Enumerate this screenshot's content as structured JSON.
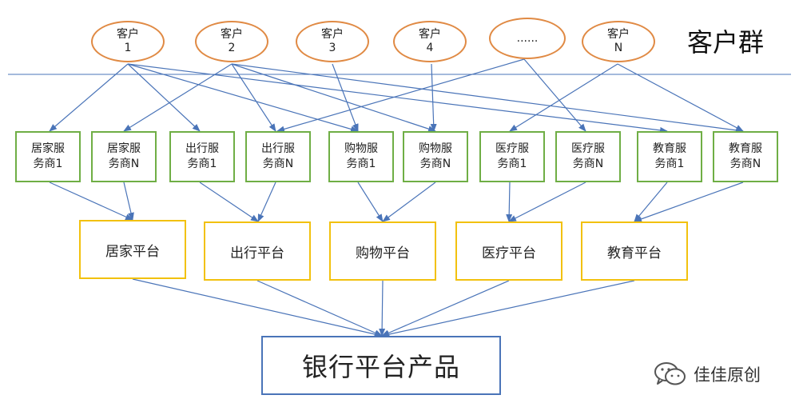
{
  "customer_group_label": "客户群",
  "customers": [
    {
      "line1": "客户",
      "line2": "1"
    },
    {
      "line1": "客户",
      "line2": "2"
    },
    {
      "line1": "客户",
      "line2": "3"
    },
    {
      "line1": "客户",
      "line2": "4"
    },
    {
      "line1": "......",
      "line2": ""
    },
    {
      "line1": "客户",
      "line2": "N"
    }
  ],
  "providers": [
    {
      "line1": "居家服",
      "line2": "务商1"
    },
    {
      "line1": "居家服",
      "line2": "务商N"
    },
    {
      "line1": "出行服",
      "line2": "务商1"
    },
    {
      "line1": "出行服",
      "line2": "务商N"
    },
    {
      "line1": "购物服",
      "line2": "务商1"
    },
    {
      "line1": "购物服",
      "line2": "务商N"
    },
    {
      "line1": "医疗服",
      "line2": "务商1"
    },
    {
      "line1": "医疗服",
      "line2": "务商N"
    },
    {
      "line1": "教育服",
      "line2": "务商1"
    },
    {
      "line1": "教育服",
      "line2": "务商N"
    }
  ],
  "platforms": [
    "居家平台",
    "出行平台",
    "购物平台",
    "医疗平台",
    "教育平台"
  ],
  "bank_product": "银行平台产品",
  "watermark": {
    "text": "佳佳原创",
    "icon": "wechat-icon"
  },
  "colors": {
    "customer_border": "#e08a44",
    "provider_border": "#6fae45",
    "platform_border": "#f2c10e",
    "bank_border": "#4a74b8",
    "arrow": "#4a74b8"
  }
}
